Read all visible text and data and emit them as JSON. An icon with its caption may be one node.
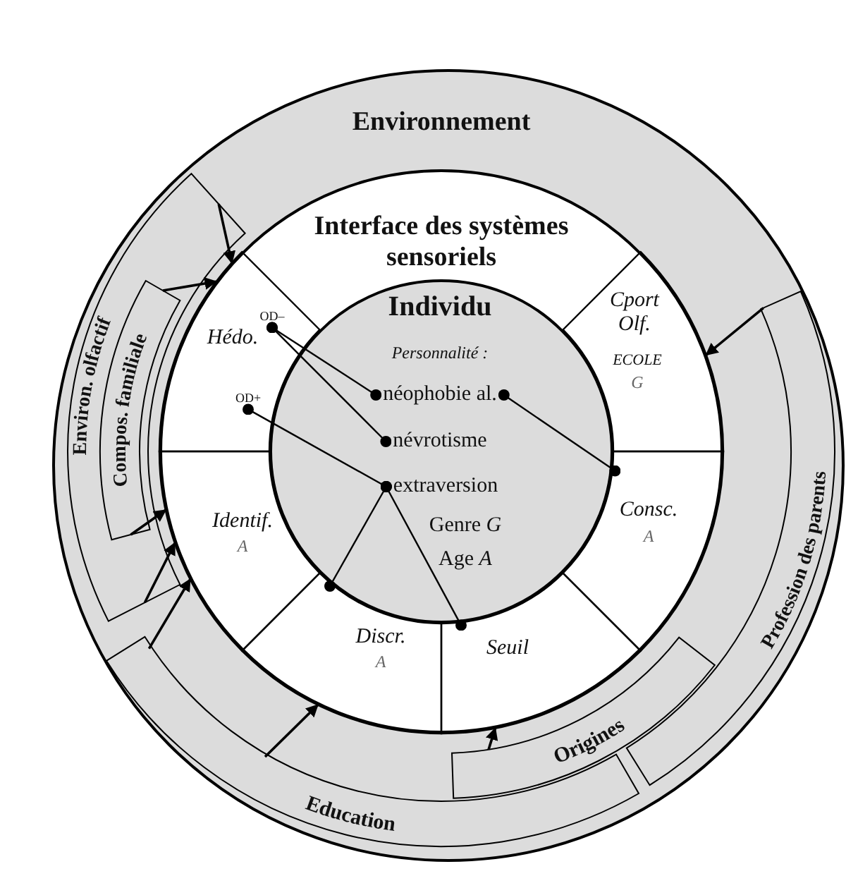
{
  "diagram": {
    "nodes": [
      {
        "text": [
          "Environnement"
        ]
      },
      {
        "text": [
          "Interface des systèmes sensoriels"
        ],
        "in": 0
      },
      {
        "text": [
          "Individu",
          "Personnalité :",
          "Genre *G*",
          "Age *A*"
        ],
        "in": 1
      },
      {
        "text": [
          "néophobie al."
        ],
        "in": 2
      },
      {
        "text": [
          "névrotisme"
        ],
        "in": 2
      },
      {
        "text": [
          "extraversion"
        ],
        "in": 2
      },
      {
        "text": [
          "Hédo."
        ],
        "in": 1
      },
      {
        "text": [
          "Cport Olf.",
          "ECOLE",
          "G"
        ],
        "in": 1
      },
      {
        "text": [
          "Consc.",
          "A"
        ],
        "in": 1
      },
      {
        "text": [
          "Seuil"
        ],
        "in": 1
      },
      {
        "text": [
          "Discr.",
          "A"
        ],
        "in": 1
      },
      {
        "text": [
          "Identif.",
          "A"
        ],
        "in": 1
      },
      {
        "text": [
          "OD–"
        ],
        "in": 6
      },
      {
        "text": [
          "OD+"
        ],
        "in": 6
      },
      {
        "text": [
          "Environ. olfactif"
        ],
        "in": 0
      },
      {
        "text": [
          "Compos. familiale"
        ],
        "in": 14
      },
      {
        "text": [
          "Origines"
        ],
        "in": 0
      },
      {
        "text": [
          "Education"
        ],
        "in": 0
      },
      {
        "text": [
          "Profession des parents"
        ],
        "in": 0
      }
    ],
    "edges": [
      {
        "from": 14,
        "to": 6,
        "arrow": "to"
      },
      {
        "from": 15,
        "to": 6,
        "arrow": "to"
      },
      {
        "from": 15,
        "to": 11,
        "arrow": "to"
      },
      {
        "from": 14,
        "to": 11,
        "arrow": "to"
      },
      {
        "from": 17,
        "to": 11,
        "arrow": "to"
      },
      {
        "from": 17,
        "to": 10,
        "arrow": "to"
      },
      {
        "from": 16,
        "to": 9,
        "arrow": "to"
      },
      {
        "from": 18,
        "to": 7,
        "arrow": "to"
      },
      {
        "from": 12,
        "to": 3,
        "arrow": "other"
      },
      {
        "from": 12,
        "to": 4,
        "arrow": "other"
      },
      {
        "from": 13,
        "to": 5,
        "arrow": "other"
      },
      {
        "from": 3,
        "to": 8,
        "arrow": "other"
      },
      {
        "from": 5,
        "to": 10,
        "arrow": "other"
      },
      {
        "from": 5,
        "to": 9,
        "arrow": "other"
      }
    ]
  }
}
